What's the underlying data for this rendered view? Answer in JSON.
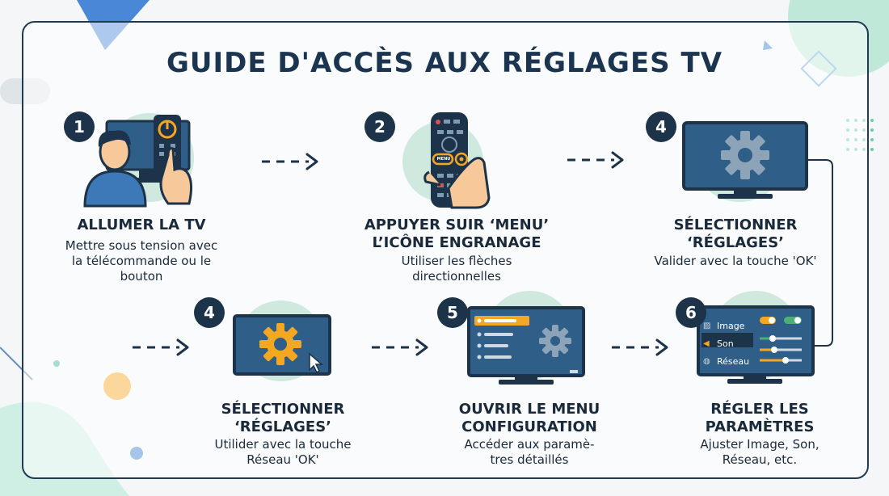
{
  "title": "GUIDE D'ACCÈS AUX RÉGLAGES TV",
  "steps": [
    {
      "number": "1",
      "title_lines": [
        "ALLUMER LA TV"
      ],
      "desc_lines": [
        "Mettre sous tension avec",
        "la télécommande ou le",
        "bouton"
      ]
    },
    {
      "number": "2",
      "title_lines": [
        "APPUYER SUIR ‘MENU’",
        "L’ICÔNE ENGRANAGE"
      ],
      "desc_lines": [
        "Utiliser les flèches",
        "directionnelles"
      ]
    },
    {
      "number": "4",
      "title_lines": [
        "SÉLECTIONNER",
        "‘RÉGLAGES’"
      ],
      "desc_lines": [
        "Valider avec la touche 'OK'"
      ]
    },
    {
      "number": "4",
      "title_lines": [
        "SÉLECTIONNER",
        "‘RÉGLAGES’"
      ],
      "desc_lines": [
        "Utilider avec la touche",
        "Réseau 'OK'"
      ]
    },
    {
      "number": "5",
      "title_lines": [
        "OUVRIR LE MENU",
        "CONFIGURATION"
      ],
      "desc_lines": [
        "Accéder aux paramè-",
        "tres détaillés"
      ]
    },
    {
      "number": "6",
      "title_lines": [
        "RÉGLER LES",
        "PARAMÈTRES"
      ],
      "desc_lines": [
        "Ajuster Image, Son,",
        "Réseau, etc."
      ]
    }
  ],
  "remote_button_label": "MENU",
  "settings_menu": [
    "Image",
    "Son",
    "Réseau"
  ],
  "colors": {
    "dark": "#1d3349",
    "screen": "#2f5f88",
    "accent": "#f5a623",
    "mint": "#cfe9df"
  }
}
